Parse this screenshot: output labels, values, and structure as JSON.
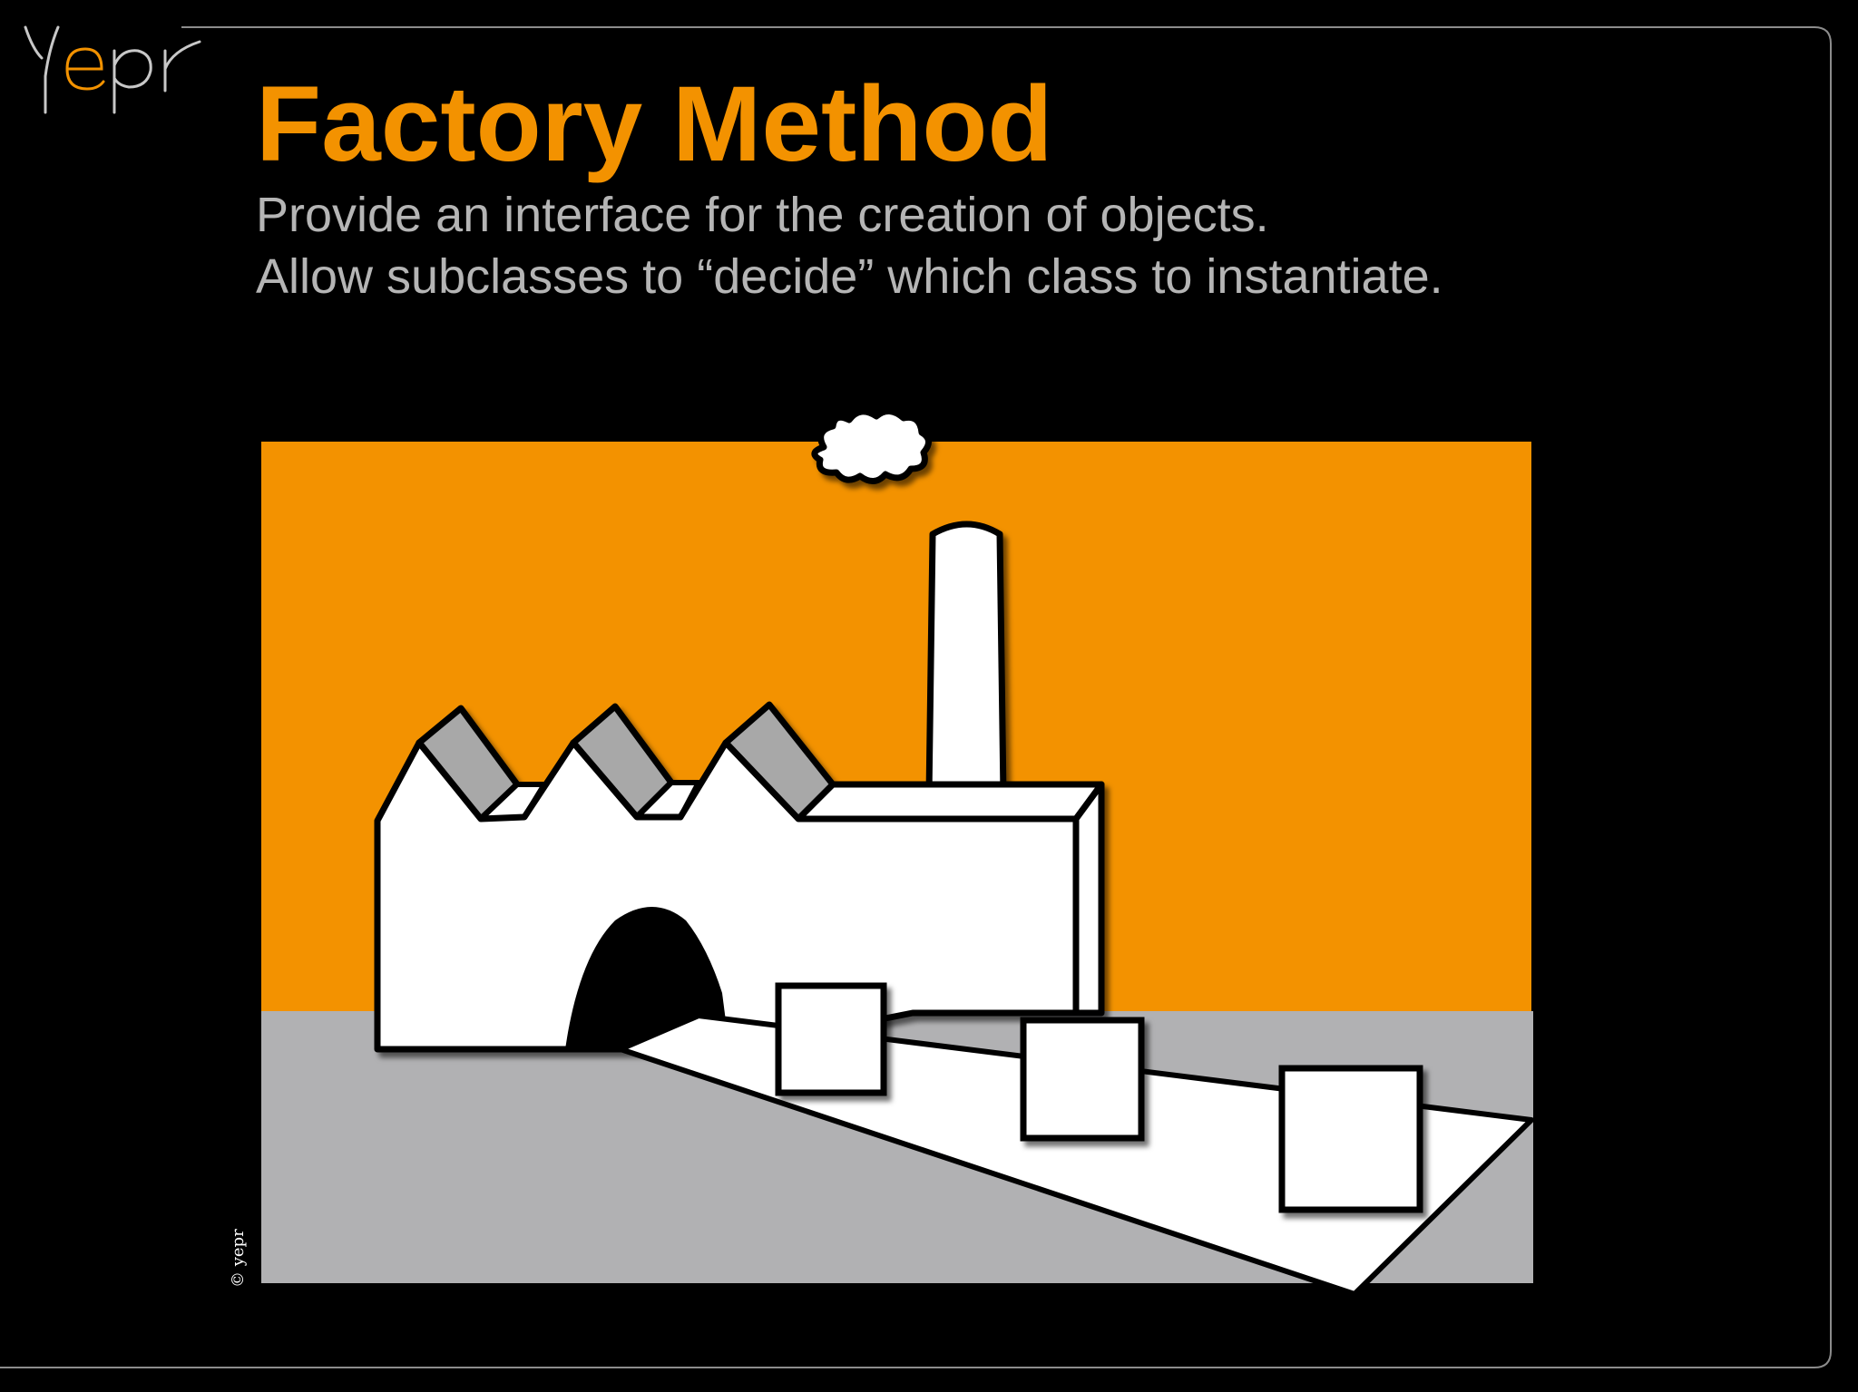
{
  "slide": {
    "logo_text": "yepr",
    "title": "Factory Method",
    "subtitle_lines": [
      "Provide an interface for the creation of objects.",
      "Allow subclasses to “decide” which class to instantiate."
    ],
    "copyright": "© yepr"
  },
  "colors": {
    "background": "#000000",
    "accent_orange": "#F39200",
    "subtitle_gray": "#B5B5B5",
    "ground_gray": "#B1B1B3",
    "frame_line": "#8C8C8C"
  },
  "illustration": {
    "icons": [
      "factory-icon",
      "chimney-icon",
      "smoke-cloud-icon",
      "conveyor-belt-icon",
      "product-box-icon"
    ],
    "product_box_count": 3
  }
}
